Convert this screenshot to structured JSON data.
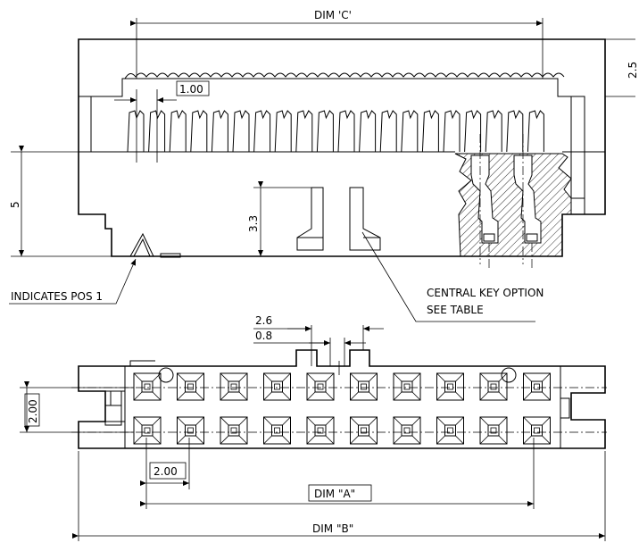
{
  "dims": {
    "dim_c": "DIM  'C'",
    "dim_2_5": "2.5",
    "pitch_1_00": "1.00",
    "dim_5": "5",
    "dim_3_3": "3.3",
    "dim_2_6": "2.6",
    "dim_0_8": "0.8",
    "row_pitch": "2.00",
    "col_pitch": "2.00",
    "dim_a": "DIM  \"A\"",
    "dim_b": "DIM  \"B\""
  },
  "notes": {
    "pos1": "INDICATES POS 1",
    "key_line1": "CENTRAL KEY OPTION",
    "key_line2": "SEE TABLE"
  },
  "connector": {
    "contacts_per_row": 10,
    "rows": 2
  }
}
